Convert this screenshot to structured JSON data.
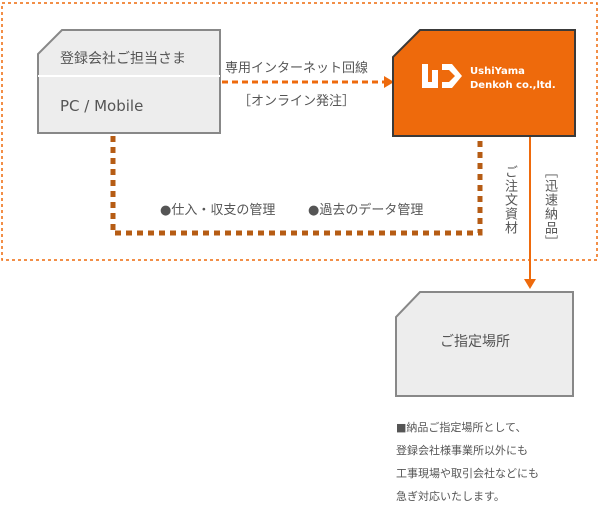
{
  "client": {
    "line1": "登録会社ご担当さま",
    "line2": "PC / Mobile"
  },
  "link": {
    "label": "専用インターネット回線",
    "sublabel": "［オンライン発注］"
  },
  "company": {
    "name_line1": "UshiYama",
    "name_line2": "Denkoh co.,ltd."
  },
  "management": {
    "item1": "●仕入・収支の管理",
    "item2": "●過去のデータ管理"
  },
  "flows": {
    "documents": "ご注文資材",
    "delivery": "［迅速納品］"
  },
  "destination": {
    "label": "ご指定場所"
  },
  "note": {
    "lines": [
      "■納品ご指定場所として、",
      "登録会社様事業所以外にも",
      "工事現場や取引会社などにも",
      "急ぎ対応いたします。"
    ]
  },
  "colors": {
    "accent": "#ee6a0c",
    "brown": "#b65c14",
    "box_fill": "#ededed",
    "box_stroke": "#888888"
  }
}
